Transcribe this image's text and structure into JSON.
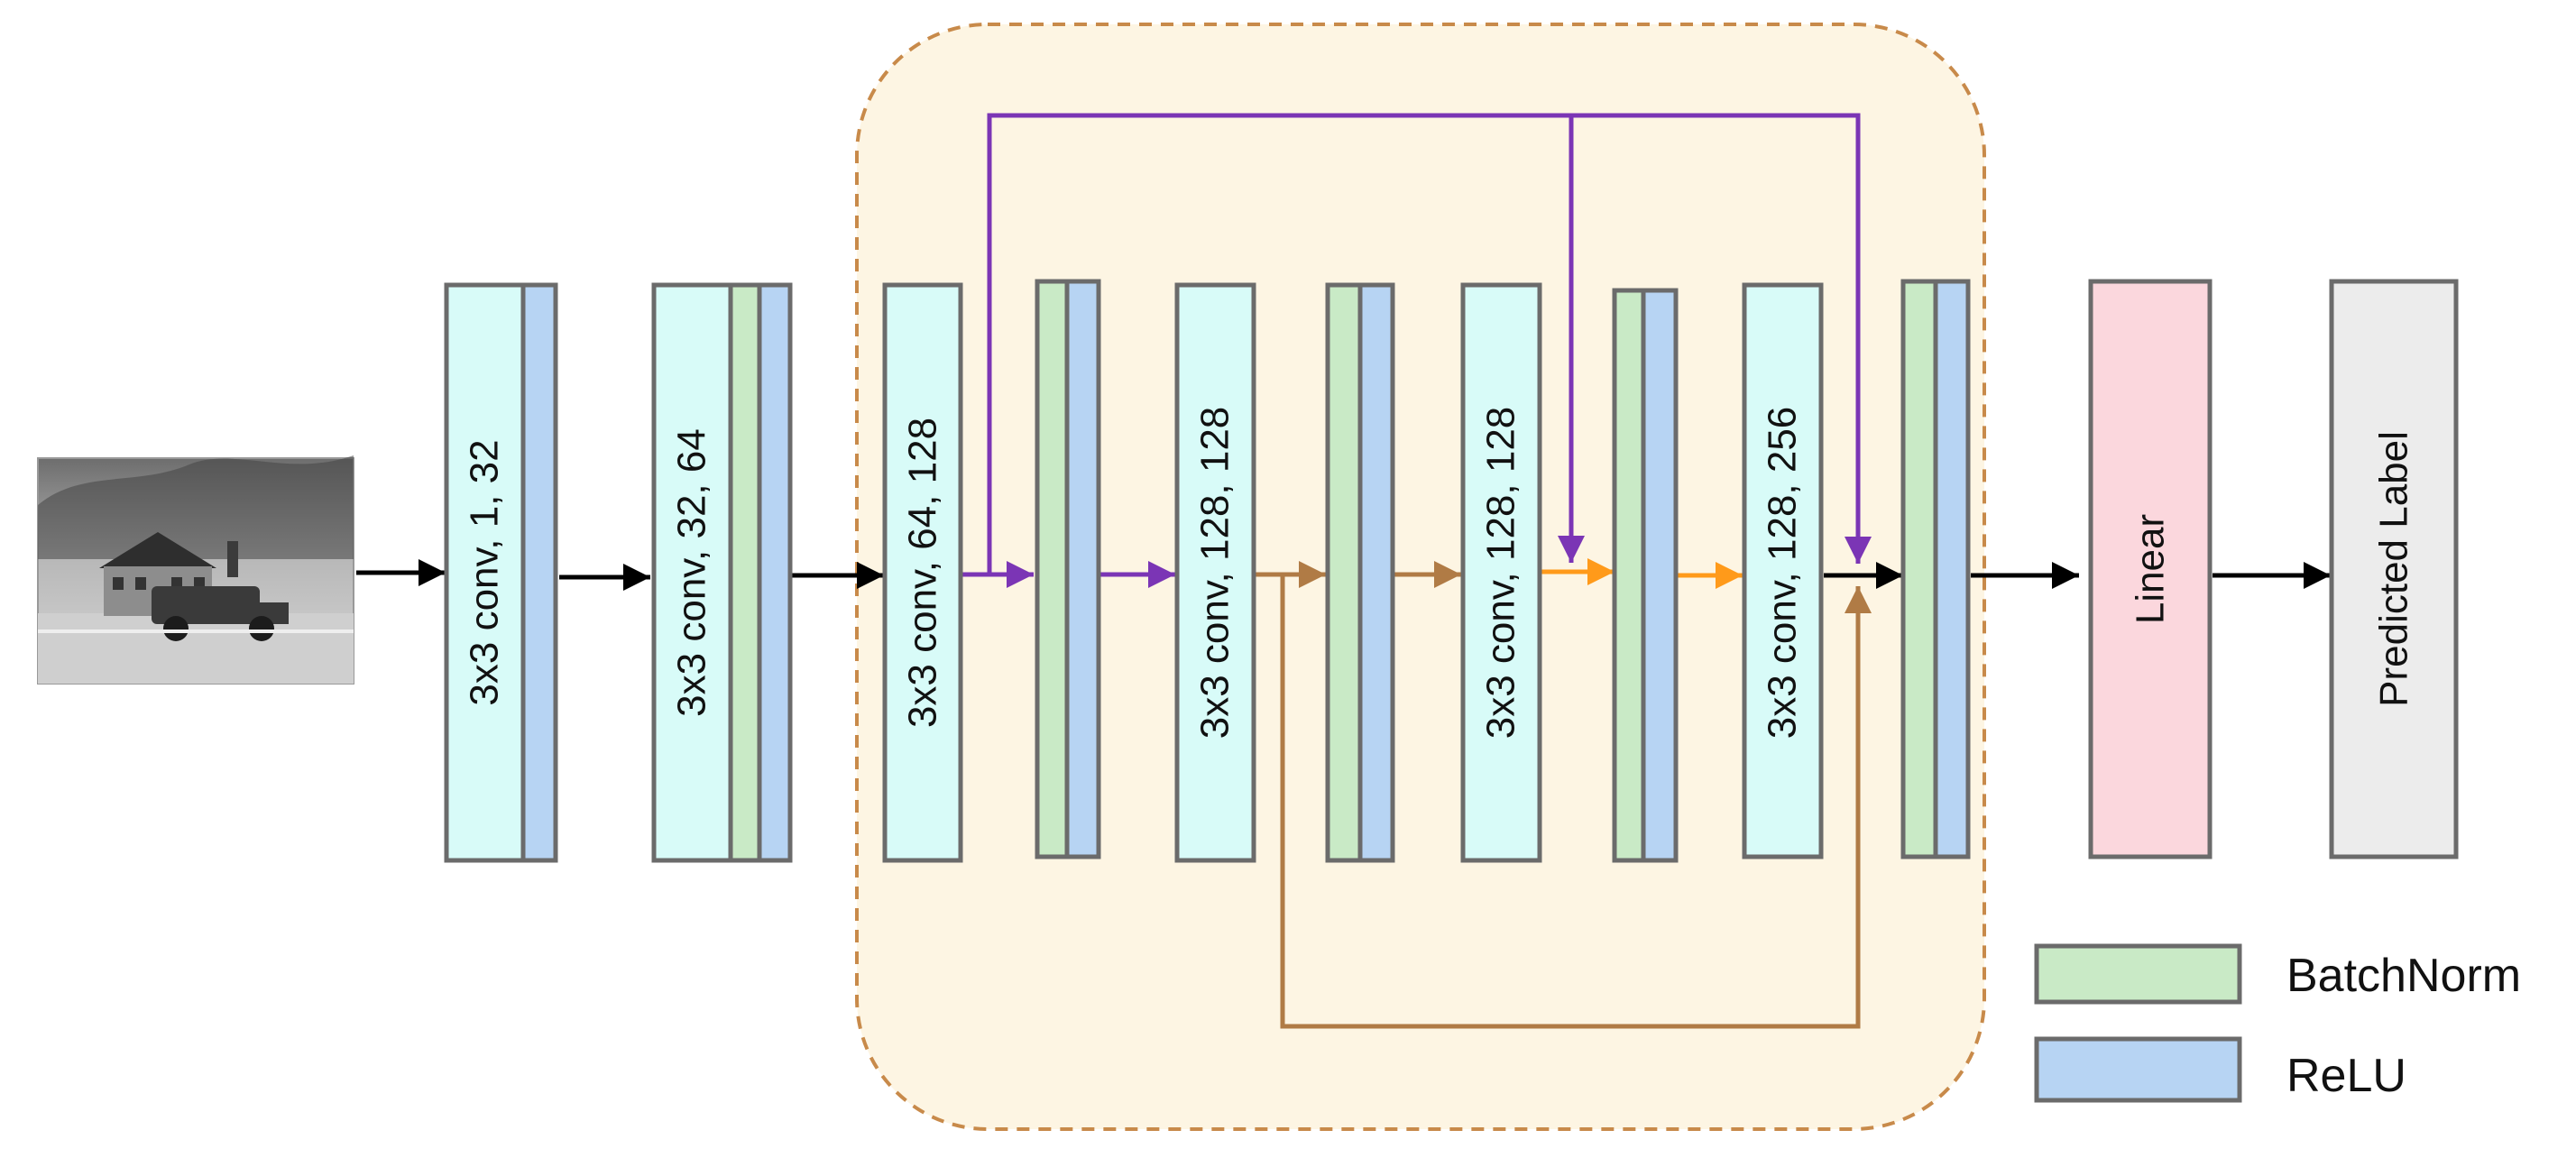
{
  "colors": {
    "conv": "#d8fbf8",
    "batchnorm": "#c9eac6",
    "relu": "#b7d4f3",
    "linear": "#fbd7dd",
    "predicted": "#ececec",
    "residual_block_fill": "#fdf5e3",
    "residual_block_border": "#c88a4a",
    "purple_skip": "#7b35b5",
    "brown_skip": "#b07b45",
    "orange_arrow": "#ff9a1a",
    "black_arrow": "#000000"
  },
  "input_image": {
    "icon": "grayscale-house-photo"
  },
  "blocks": {
    "conv1": "3x3 conv, 1, 32",
    "conv2": "3x3 conv, 32, 64",
    "conv3": "3x3 conv, 64, 128",
    "conv4": "3x3 conv, 128, 128",
    "conv5": "3x3 conv, 128, 128",
    "conv6": "3x3 conv, 128, 256",
    "linear": "Linear",
    "predicted": "Predicted Label"
  },
  "legend": {
    "batchnorm": "BatchNorm",
    "relu": "ReLU"
  }
}
